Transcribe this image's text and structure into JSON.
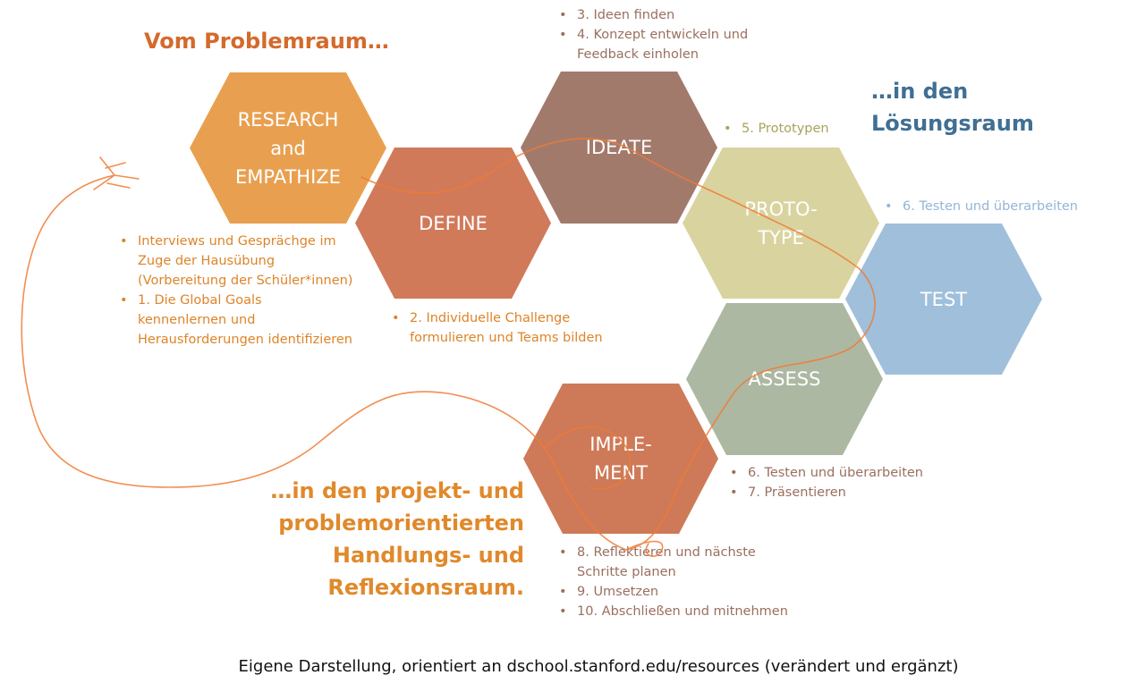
{
  "colors": {
    "research": "#e8a050",
    "define": "#d07a5a",
    "ideate": "#a27a6c",
    "prototype": "#d9d49f",
    "test": "#9fbfdb",
    "assess": "#adb8a3",
    "implement": "#ce7a58",
    "problem_title": "#d46a2c",
    "solution_title": "#3f6f93",
    "reflection_title": "#e0892b",
    "note_orange": "#dd8428",
    "note_olive": "#a8a35c",
    "note_blue": "#93b6d6",
    "note_brown": "#9a6f5f",
    "loop": "#f07a33"
  },
  "headlines": {
    "problem": "Vom Problemraum…",
    "solution_line1": "…in den",
    "solution_line2": "Lösungsraum",
    "reflection_line1": "…in den projekt- und",
    "reflection_line2": "problemorientierten",
    "reflection_line3": "Handlungs- und Reflexionsraum."
  },
  "hexagons": {
    "research": {
      "line1": "RESEARCH",
      "line2": "and",
      "line3": "EMPATHIZE"
    },
    "define": {
      "line1": "DEFINE"
    },
    "ideate": {
      "line1": "IDEATE"
    },
    "prototype": {
      "line1": "PROTO-",
      "line2": "TYPE"
    },
    "test": {
      "line1": "TEST"
    },
    "assess": {
      "line1": "ASSESS"
    },
    "implement": {
      "line1": "IMPLE-",
      "line2": "MENT"
    }
  },
  "notes": {
    "research": [
      "Interviews und Gesprächge im Zuge der Hausübung (Vorbereitung der Schüler*innen)",
      "1. Die Global Goals kennenlernen und Herausforderungen identifizieren"
    ],
    "define": [
      "2. Individuelle Challenge formulieren und Teams bilden"
    ],
    "ideate": [
      "3. Ideen finden",
      "4. Konzept entwickeln und Feedback einholen"
    ],
    "prototype": [
      "5. Prototypen"
    ],
    "test": [
      "6. Testen und überarbeiten"
    ],
    "assess": [
      "6. Testen und überarbeiten",
      "7. Präsentieren"
    ],
    "implement": [
      "8. Reflektieren und nächste Schritte planen",
      "9. Umsetzen",
      "10. Abschließen und mitnehmen"
    ]
  },
  "caption": "Eigene Darstellung, orientiert an dschool.stanford.edu/resources (verändert und ergänzt)"
}
